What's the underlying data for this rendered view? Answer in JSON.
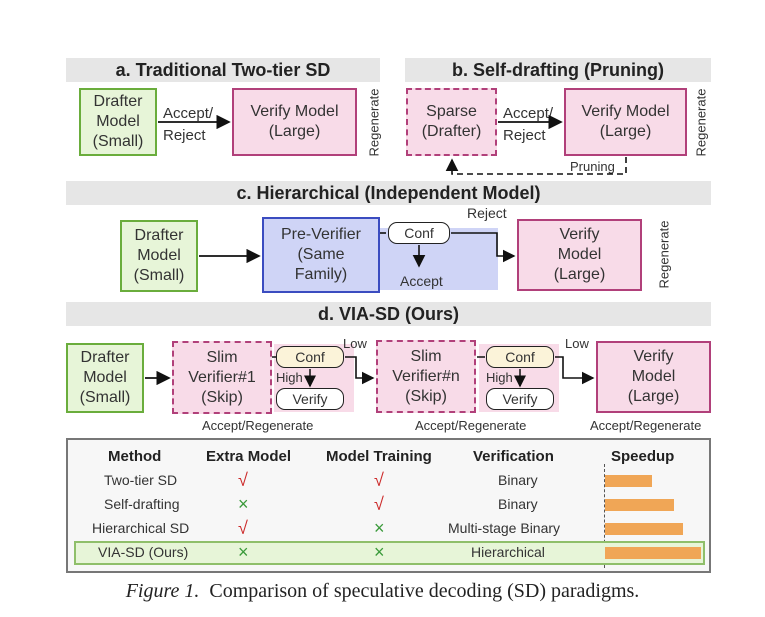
{
  "sections": {
    "a": "a. Traditional Two-tier SD",
    "b": "b. Self-drafting (Pruning)",
    "c": "c.  Hierarchical (Independent Model)",
    "d": "d. VIA-SD (Ours)"
  },
  "a": {
    "drafter": "Drafter\nModel\n(Small)",
    "verify": "Verify Model\n(Large)",
    "accept_reject": "Accept/\nReject",
    "regenerate": "Regenerate"
  },
  "b": {
    "sparse": "Sparse\n(Drafter)",
    "verify": "Verify Model\n(Large)",
    "accept_reject": "Accept/\nReject",
    "pruning": "Pruning",
    "regenerate": "Regenerate"
  },
  "c": {
    "drafter": "Drafter\nModel\n(Small)",
    "pre_verifier": "Pre-Verifier\n(Same\nFamily)",
    "conf": "Conf",
    "reject": "Reject",
    "accept": "Accept",
    "verify": "Verify\nModel\n(Large)",
    "regenerate": "Regenerate"
  },
  "d": {
    "drafter": "Drafter\nModel\n(Small)",
    "slim1": "Slim\nVerifier#1\n(Skip)",
    "slimn": "Slim\nVerifier#n\n(Skip)",
    "conf1": "Conf",
    "conf2": "Conf",
    "verify_small1": "Verify",
    "verify_small2": "Verify",
    "high1": "High",
    "high2": "High",
    "low1": "Low",
    "low2": "Low",
    "verify": "Verify\nModel\n(Large)",
    "accept_regen1": "Accept/Regenerate",
    "accept_regen2": "Accept/Regenerate",
    "accept_regen3": "Accept/Regenerate"
  },
  "table": {
    "headers": [
      "Method",
      "Extra Model",
      "Model Training",
      "Verification",
      "Speedup"
    ],
    "rows": [
      {
        "method": "Two-tier SD",
        "extra": "√",
        "training": "√",
        "verification": "Binary",
        "speedup": 0.42
      },
      {
        "method": "Self-drafting",
        "extra": "×",
        "training": "√",
        "verification": "Binary",
        "speedup": 0.62
      },
      {
        "method": "Hierarchical SD",
        "extra": "√",
        "training": "×",
        "verification": "Multi-stage Binary",
        "speedup": 0.7
      },
      {
        "method": "VIA-SD (Ours)",
        "extra": "×",
        "training": "×",
        "verification": "Hierarchical",
        "speedup": 0.86
      }
    ],
    "colors": {
      "check": "#cc2a2a",
      "cross": "#3a9a3a",
      "bar": "#f0a656",
      "highlight": "#e7f5d8"
    }
  },
  "caption": {
    "label": "Figure 1.",
    "text": "Comparison of speculative decoding (SD) paradigms."
  }
}
